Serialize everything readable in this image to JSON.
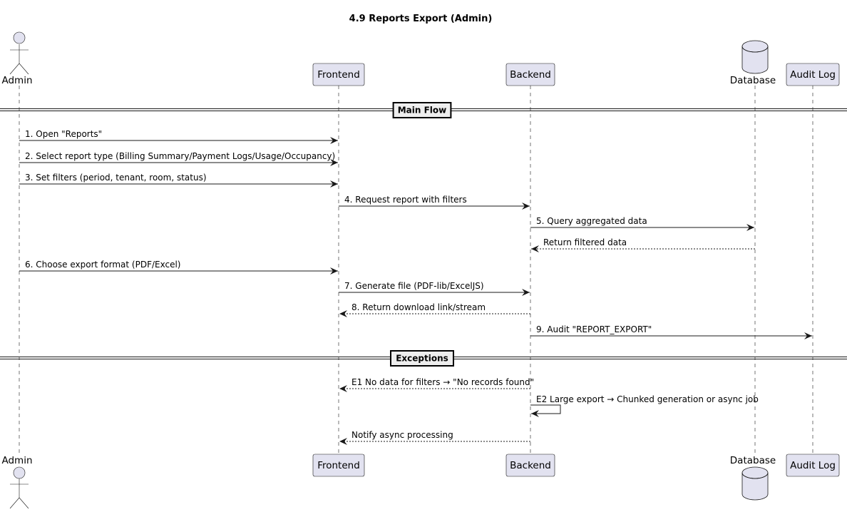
{
  "title": "4.9 Reports Export (Admin)",
  "participants": [
    {
      "id": "admin",
      "name": "Admin",
      "kind": "actor"
    },
    {
      "id": "frontend",
      "name": "Frontend",
      "kind": "box"
    },
    {
      "id": "backend",
      "name": "Backend",
      "kind": "box"
    },
    {
      "id": "database",
      "name": "Database",
      "kind": "database"
    },
    {
      "id": "audit",
      "name": "Audit Log",
      "kind": "box"
    }
  ],
  "sections": [
    {
      "name": "Main Flow"
    },
    {
      "name": "Exceptions"
    }
  ],
  "messages": [
    {
      "from": "admin",
      "to": "frontend",
      "label": "1. Open \"Reports\"",
      "style": "solid"
    },
    {
      "from": "admin",
      "to": "frontend",
      "label": "2. Select report type (Billing Summary/Payment Logs/Usage/Occupancy)",
      "style": "solid"
    },
    {
      "from": "admin",
      "to": "frontend",
      "label": "3. Set filters (period, tenant, room, status)",
      "style": "solid"
    },
    {
      "from": "frontend",
      "to": "backend",
      "label": "4. Request report with filters",
      "style": "solid"
    },
    {
      "from": "backend",
      "to": "database",
      "label": "5. Query aggregated data",
      "style": "solid"
    },
    {
      "from": "database",
      "to": "backend",
      "label": "Return filtered data",
      "style": "dashed"
    },
    {
      "from": "admin",
      "to": "frontend",
      "label": "6. Choose export format (PDF/Excel)",
      "style": "solid"
    },
    {
      "from": "frontend",
      "to": "backend",
      "label": "7. Generate file (PDF-lib/ExcelJS)",
      "style": "solid"
    },
    {
      "from": "backend",
      "to": "frontend",
      "label": "8. Return download link/stream",
      "style": "dashed"
    },
    {
      "from": "backend",
      "to": "audit",
      "label": "9. Audit \"REPORT_EXPORT\"",
      "style": "solid"
    },
    {
      "from": "backend",
      "to": "frontend",
      "label": "E1 No data for filters → \"No records found\"",
      "style": "dashed"
    },
    {
      "from": "backend",
      "to": "backend",
      "label": "E2 Large export → Chunked generation or async job",
      "style": "solid"
    },
    {
      "from": "backend",
      "to": "frontend",
      "label": "Notify async processing",
      "style": "dashed"
    }
  ]
}
